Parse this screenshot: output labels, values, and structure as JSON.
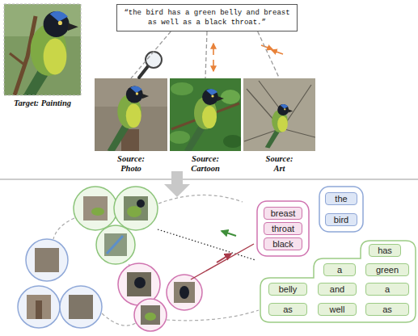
{
  "diagram": {
    "nodes": [
      {
        "text": [
          "Target: Painting"
        ]
      },
      {
        "text": [
          "“the bird has a green belly and breast as well as a black throat.”"
        ]
      },
      {
        "text": [
          "Source: Photo"
        ]
      },
      {
        "text": [
          "Source: Cartoon"
        ]
      },
      {
        "text": [
          "Source: Art"
        ]
      },
      {
        "text": [
          "the"
        ]
      },
      {
        "text": [
          "bird"
        ]
      },
      {
        "text": [
          "breast"
        ]
      },
      {
        "text": [
          "throat"
        ]
      },
      {
        "text": [
          "black"
        ]
      },
      {
        "text": [
          "has"
        ]
      },
      {
        "text": [
          "a"
        ]
      },
      {
        "text": [
          "green"
        ]
      },
      {
        "text": [
          "belly"
        ]
      },
      {
        "text": [
          "and"
        ]
      },
      {
        "text": [
          "a"
        ]
      },
      {
        "text": [
          "as"
        ]
      },
      {
        "text": [
          "well"
        ]
      },
      {
        "text": [
          "as"
        ]
      }
    ],
    "edges": [
      {
        "from": 1,
        "to": 2,
        "arrow": "none"
      },
      {
        "from": 1,
        "to": 3,
        "arrow": "none"
      },
      {
        "from": 1,
        "to": 4,
        "arrow": "none"
      }
    ]
  }
}
